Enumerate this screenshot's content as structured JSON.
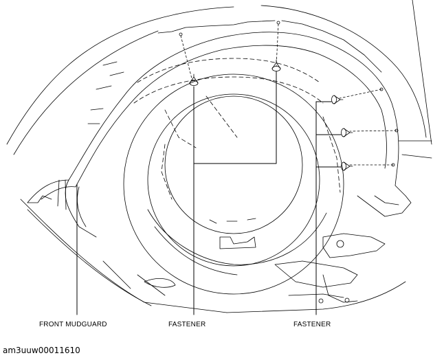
{
  "labels": {
    "front_mudguard": "FRONT MUDGUARD",
    "fastener_left": "FASTENER",
    "fastener_right": "FASTENER"
  },
  "document_id": "am3uuw00011610",
  "colors": {
    "line": "#000000",
    "background": "#ffffff"
  }
}
